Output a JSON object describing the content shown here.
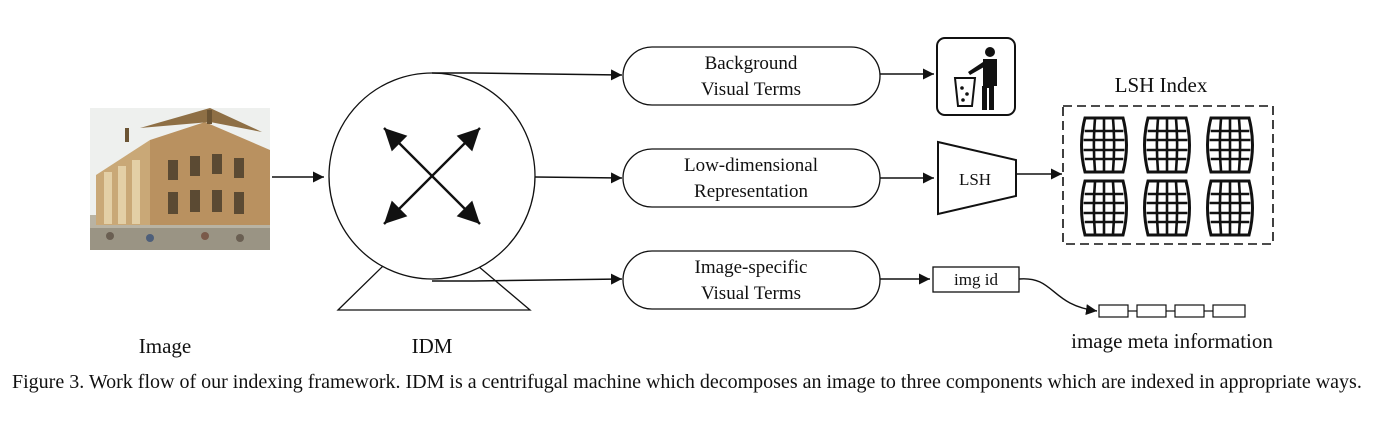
{
  "labels": {
    "image": "Image",
    "idm": "IDM",
    "background_line1": "Background",
    "background_line2": "Visual Terms",
    "lowdim_line1": "Low-dimensional",
    "lowdim_line2": "Representation",
    "specific_line1": "Image-specific",
    "specific_line2": "Visual Terms",
    "lsh": "LSH",
    "lsh_index": "LSH Index",
    "img_id": "img id",
    "meta": "image meta information"
  },
  "caption": "Figure 3. Work flow of our indexing framework. IDM is a centrifugal machine which decomposes an image to three components which are indexed in appropriate ways.",
  "icons": {
    "photo": "building-photo-icon",
    "trash": "trash-bin-icon",
    "barrel": "barrel-icon",
    "arrows": "four-way-arrow-icon"
  },
  "colors": {
    "stroke": "#111111",
    "sky": "#eef0ee",
    "stone": "#c9a877",
    "stone_dark": "#8e6f45"
  }
}
